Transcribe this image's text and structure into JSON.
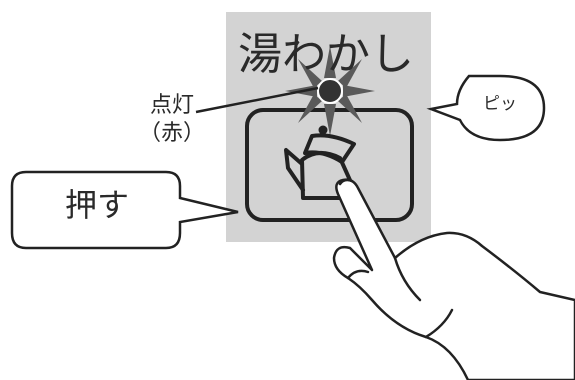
{
  "panel": {
    "title": "湯わかし",
    "background_color": "#d3d3d3"
  },
  "lamp": {
    "label_line1": "点灯",
    "label_line2": "（赤）",
    "state": "on",
    "color": "#333333"
  },
  "button": {
    "icon": "kettle-icon"
  },
  "callouts": {
    "push": "押す",
    "beep": "ピッ"
  },
  "hand": {
    "icon": "pointing-finger-icon"
  }
}
